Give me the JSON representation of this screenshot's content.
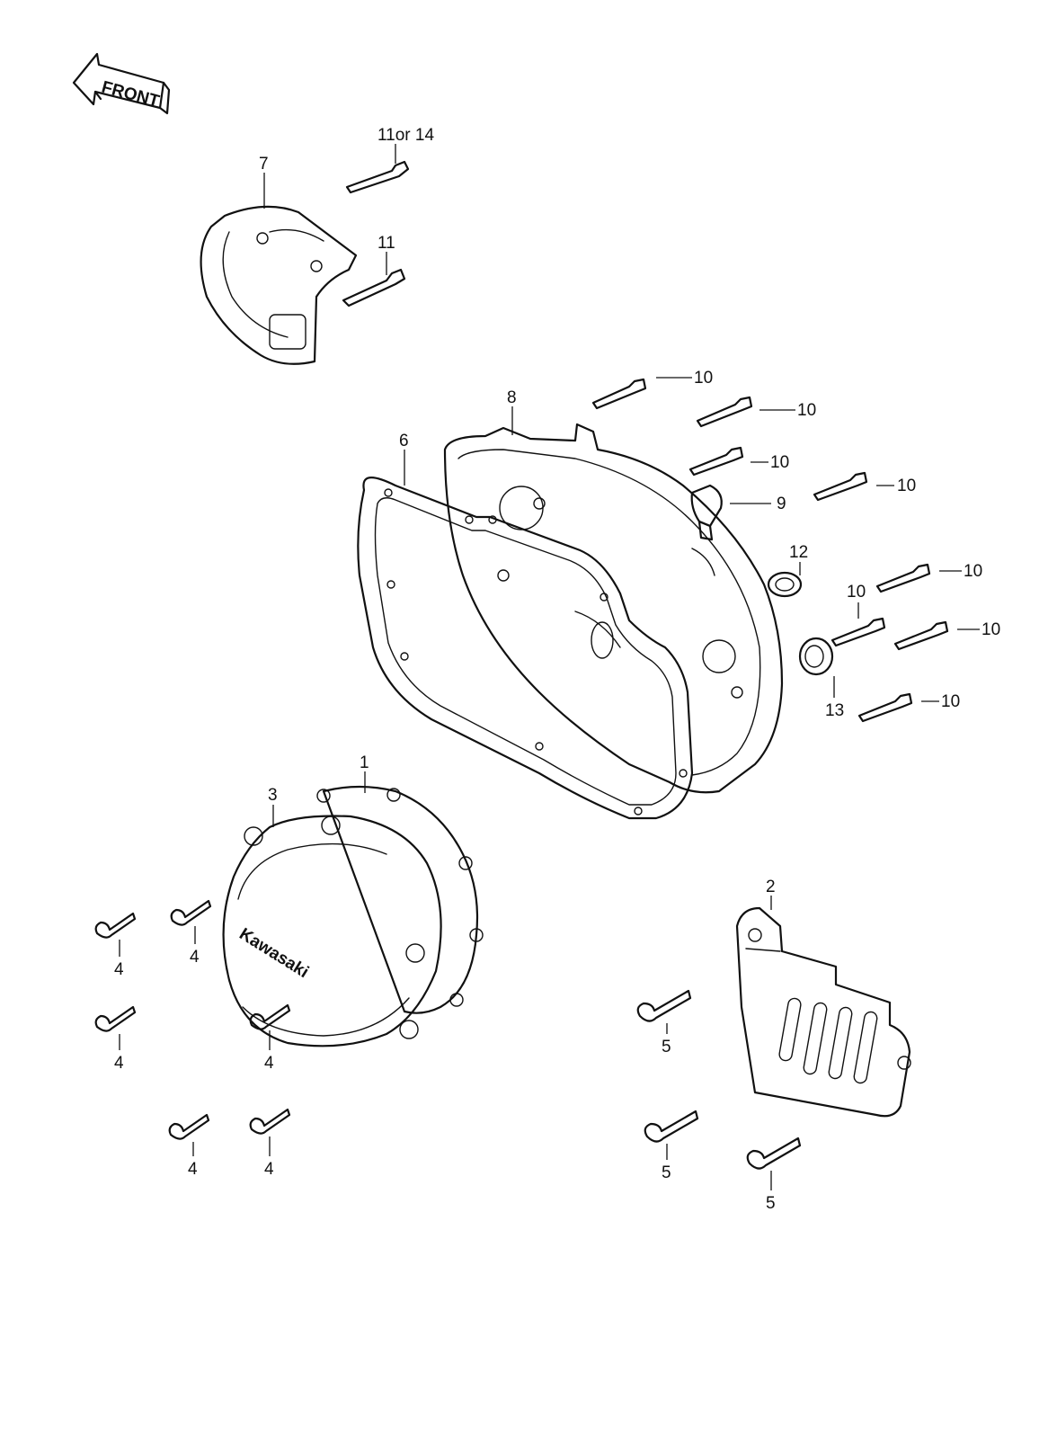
{
  "front_arrow": {
    "text": "FRONT"
  },
  "callouts": {
    "c1": "1",
    "c2": "2",
    "c3": "3",
    "c4a": "4",
    "c4b": "4",
    "c4c": "4",
    "c4d": "4",
    "c4e": "4",
    "c4f": "4",
    "c5a": "5",
    "c5b": "5",
    "c5c": "5",
    "c6": "6",
    "c7": "7",
    "c8": "8",
    "c9": "9",
    "c10a": "10",
    "c10b": "10",
    "c10c": "10",
    "c10d": "10",
    "c10e": "10",
    "c10f": "10",
    "c10g": "10",
    "c10h": "10",
    "c11": "11",
    "c11or14": "11or 14",
    "c12": "12",
    "c13": "13"
  },
  "cover_logo": "Kawasaki"
}
